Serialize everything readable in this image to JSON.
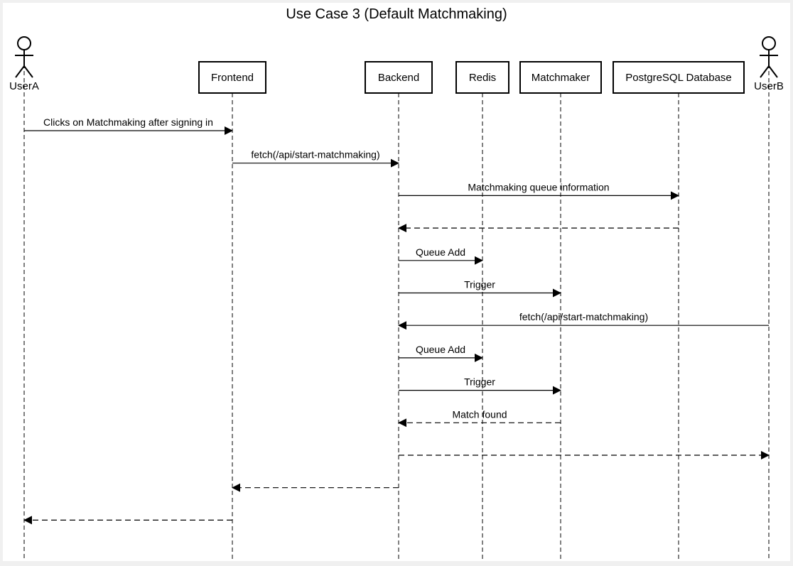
{
  "title": "Use Case 3 (Default Matchmaking)",
  "colors": {
    "line": "#000000",
    "box_fill": "#ffffff",
    "canvas": "#ffffff",
    "page": "#f0f0f0"
  },
  "participants": [
    {
      "id": "userA",
      "label": "UserA",
      "kind": "actor"
    },
    {
      "id": "frontend",
      "label": "Frontend",
      "kind": "box"
    },
    {
      "id": "backend",
      "label": "Backend",
      "kind": "box"
    },
    {
      "id": "redis",
      "label": "Redis",
      "kind": "box"
    },
    {
      "id": "matchmaker",
      "label": "Matchmaker",
      "kind": "box"
    },
    {
      "id": "postgres",
      "label": "PostgreSQL Database",
      "kind": "box"
    },
    {
      "id": "userB",
      "label": "UserB",
      "kind": "actor"
    }
  ],
  "messages": [
    {
      "from": "userA",
      "to": "frontend",
      "label": "Clicks on Matchmaking after signing in",
      "style": "solid"
    },
    {
      "from": "frontend",
      "to": "backend",
      "label": "fetch(/api/start-matchmaking)",
      "style": "solid"
    },
    {
      "from": "backend",
      "to": "postgres",
      "label": "Matchmaking queue information",
      "style": "solid"
    },
    {
      "from": "postgres",
      "to": "backend",
      "label": "",
      "style": "dashed"
    },
    {
      "from": "backend",
      "to": "redis",
      "label": "Queue Add",
      "style": "solid"
    },
    {
      "from": "backend",
      "to": "matchmaker",
      "label": "Trigger",
      "style": "solid"
    },
    {
      "from": "userB",
      "to": "backend",
      "label": "fetch(/api/start-matchmaking)",
      "style": "solid"
    },
    {
      "from": "backend",
      "to": "redis",
      "label": "Queue Add",
      "style": "solid"
    },
    {
      "from": "backend",
      "to": "matchmaker",
      "label": "Trigger",
      "style": "solid"
    },
    {
      "from": "matchmaker",
      "to": "backend",
      "label": "Match found",
      "style": "dashed"
    },
    {
      "from": "backend",
      "to": "userB",
      "label": "",
      "style": "dashed"
    },
    {
      "from": "backend",
      "to": "frontend",
      "label": "",
      "style": "dashed"
    },
    {
      "from": "frontend",
      "to": "userA",
      "label": "",
      "style": "dashed"
    }
  ]
}
